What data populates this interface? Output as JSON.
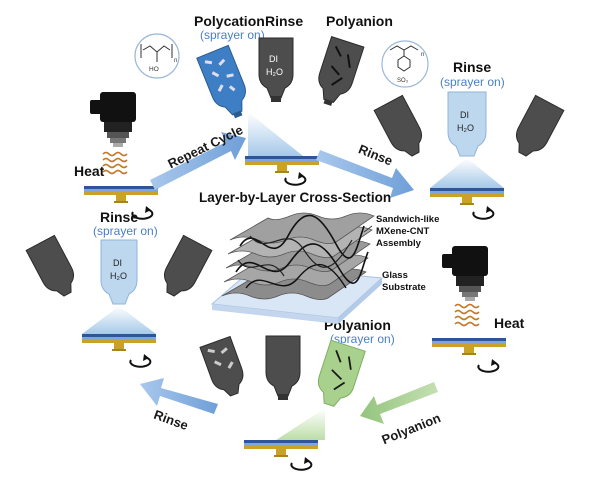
{
  "labels": {
    "polycation": "Polycation",
    "polycation_sub": "(sprayer on)",
    "rinse_top": "Rinse",
    "polyanion_top": "Polyanion",
    "rinse_right": "Rinse",
    "rinse_right_sub": "(sprayer on)",
    "heat_left": "Heat",
    "heat_right": "Heat",
    "rinse_left": "Rinse",
    "rinse_left_sub": "(sprayer on)",
    "polyanion_bottom": "Polyanion",
    "polyanion_bottom_sub": "(sprayer on)"
  },
  "nozzles": {
    "di": "DI",
    "h2o_top": "H₂O",
    "di_right": "DI",
    "h2o_right": "H₂O",
    "di_left": "DI",
    "h2o_left": "H₂O"
  },
  "arrows": {
    "repeat_cycle": "Repeat Cycle",
    "rinse_upper": "Rinse",
    "polyanion_lower": "Polyanion",
    "rinse_lower": "Rinse"
  },
  "cross_section": {
    "title": "Layer-by-Layer Cross-Section",
    "assembly_line1": "Sandwich-like",
    "assembly_line2": "MXene-CNT",
    "assembly_line3": "Assembly",
    "substrate_line1": "Glass",
    "substrate_line2": "Substrate"
  },
  "molecules": {
    "left_ho": "HO",
    "left_n": "n",
    "right_so": "SO₃",
    "right_n": "n"
  },
  "colors": {
    "arrow_blue": "#8db4e2",
    "arrow_green": "#a9d18e",
    "nozzle_dark": "#4d4d4d",
    "nozzle_blue": "#3d7ec4",
    "nozzle_light": "#bdd7ee",
    "nozzle_green": "#a9d18e",
    "substrate_gold": "#c9a227"
  }
}
